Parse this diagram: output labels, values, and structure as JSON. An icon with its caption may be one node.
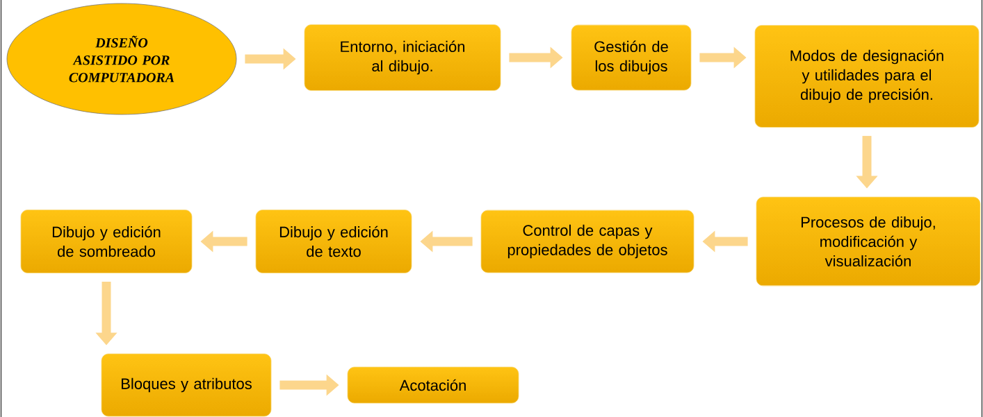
{
  "diagram": {
    "nodes": [
      {
        "text": [
          "DISEÑO ASISTIDO POR COMPUTADORA"
        ]
      },
      {
        "text": [
          "Entorno, iniciación al dibujo."
        ]
      },
      {
        "text": [
          "Gestión de los dibujos"
        ]
      },
      {
        "text": [
          "Modos de designación y utilidades para el dibujo de precisión."
        ]
      },
      {
        "text": [
          "Procesos de dibujo, modificación y visualización"
        ]
      },
      {
        "text": [
          "Control de capas y propiedades de objetos"
        ]
      },
      {
        "text": [
          "Dibujo y edición de texto"
        ]
      },
      {
        "text": [
          "Dibujo y edición de sombreado"
        ]
      },
      {
        "text": [
          "Bloques y atributos"
        ]
      },
      {
        "text": [
          "Acotación"
        ]
      }
    ],
    "edges": [
      {
        "from": 0,
        "to": 1,
        "arrow": "to"
      },
      {
        "from": 1,
        "to": 2,
        "arrow": "to"
      },
      {
        "from": 2,
        "to": 3,
        "arrow": "to"
      },
      {
        "from": 3,
        "to": 4,
        "arrow": "to"
      },
      {
        "from": 4,
        "to": 5,
        "arrow": "to"
      },
      {
        "from": 5,
        "to": 6,
        "arrow": "to"
      },
      {
        "from": 6,
        "to": 7,
        "arrow": "to"
      },
      {
        "from": 7,
        "to": 8,
        "arrow": "to"
      },
      {
        "from": 8,
        "to": 9,
        "arrow": "to"
      }
    ]
  }
}
